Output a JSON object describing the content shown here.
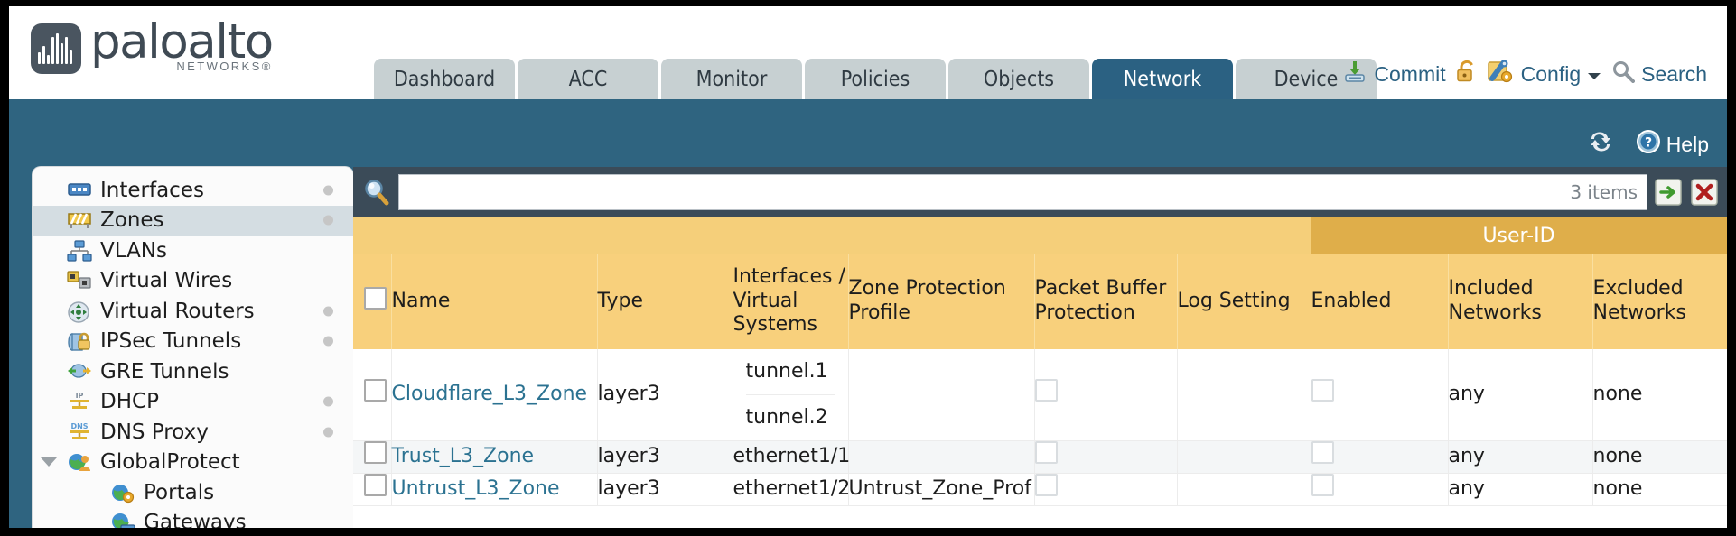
{
  "brand": {
    "word": "paloalto",
    "sub": "NETWORKS®"
  },
  "header": {
    "tabs": [
      {
        "label": "Dashboard",
        "active": false
      },
      {
        "label": "ACC",
        "active": false
      },
      {
        "label": "Monitor",
        "active": false
      },
      {
        "label": "Policies",
        "active": false
      },
      {
        "label": "Objects",
        "active": false
      },
      {
        "label": "Network",
        "active": true
      },
      {
        "label": "Device",
        "active": false
      }
    ],
    "actions": [
      {
        "name": "commit",
        "label": "Commit",
        "icon": "commit-icon"
      },
      {
        "name": "lock",
        "label": "",
        "icon": "padlock-icon"
      },
      {
        "name": "config",
        "label": "Config",
        "icon": "config-icon",
        "caret": true
      },
      {
        "name": "search",
        "label": "Search",
        "icon": "search-icon"
      }
    ]
  },
  "subbar": {
    "refresh_label": "",
    "help_label": "Help"
  },
  "sidebar": {
    "items": [
      {
        "label": "Interfaces",
        "icon": "interfaces-icon",
        "selected": false,
        "dot": true,
        "child": false,
        "caret": false
      },
      {
        "label": "Zones",
        "icon": "zones-icon",
        "selected": true,
        "dot": true,
        "child": false,
        "caret": false
      },
      {
        "label": "VLANs",
        "icon": "vlans-icon",
        "selected": false,
        "dot": false,
        "child": false,
        "caret": false
      },
      {
        "label": "Virtual Wires",
        "icon": "virtual-wires-icon",
        "selected": false,
        "dot": false,
        "child": false,
        "caret": false
      },
      {
        "label": "Virtual Routers",
        "icon": "virtual-routers-icon",
        "selected": false,
        "dot": true,
        "child": false,
        "caret": false
      },
      {
        "label": "IPSec Tunnels",
        "icon": "ipsec-tunnels-icon",
        "selected": false,
        "dot": true,
        "child": false,
        "caret": false
      },
      {
        "label": "GRE Tunnels",
        "icon": "gre-tunnels-icon",
        "selected": false,
        "dot": false,
        "child": false,
        "caret": false
      },
      {
        "label": "DHCP",
        "icon": "dhcp-icon",
        "selected": false,
        "dot": true,
        "child": false,
        "caret": false
      },
      {
        "label": "DNS Proxy",
        "icon": "dns-proxy-icon",
        "selected": false,
        "dot": true,
        "child": false,
        "caret": false
      },
      {
        "label": "GlobalProtect",
        "icon": "globalprotect-icon",
        "selected": false,
        "dot": false,
        "child": false,
        "caret": true
      },
      {
        "label": "Portals",
        "icon": "portals-icon",
        "selected": false,
        "dot": false,
        "child": true,
        "caret": false
      },
      {
        "label": "Gateways",
        "icon": "gateways-icon",
        "selected": false,
        "dot": false,
        "child": true,
        "caret": false
      }
    ]
  },
  "search": {
    "value": "",
    "placeholder": "",
    "item_count": "3 items",
    "apply_icon": "arrow-right-icon",
    "clear_icon": "close-x-icon"
  },
  "table": {
    "group_header": {
      "label": "User-ID",
      "spans": 3
    },
    "columns": [
      "Name",
      "Type",
      "Interfaces / Virtual Systems",
      "Zone Protection Profile",
      "Packet Buffer Protection",
      "Log Setting",
      "Enabled",
      "Included Networks",
      "Excluded Networks"
    ],
    "rows": [
      {
        "name": "Cloudflare_L3_Zone",
        "type": "layer3",
        "interfaces": [
          "tunnel.1",
          "tunnel.2"
        ],
        "zone_protection_profile": "",
        "packet_buffer_protection": false,
        "log_setting": "",
        "enabled": false,
        "included_networks": "any",
        "excluded_networks": "none",
        "selected": false
      },
      {
        "name": "Trust_L3_Zone",
        "type": "layer3",
        "interfaces": [
          "ethernet1/1"
        ],
        "zone_protection_profile": "",
        "packet_buffer_protection": false,
        "log_setting": "",
        "enabled": false,
        "included_networks": "any",
        "excluded_networks": "none",
        "selected": false
      },
      {
        "name": "Untrust_L3_Zone",
        "type": "layer3",
        "interfaces": [
          "ethernet1/2"
        ],
        "zone_protection_profile": "Untrust_Zone_Prof",
        "packet_buffer_protection": false,
        "log_setting": "",
        "enabled": false,
        "included_networks": "any",
        "excluded_networks": "none",
        "selected": false
      }
    ]
  },
  "colors": {
    "brand_slate": "#3f4a54",
    "nav_blue": "#2f6480",
    "tab_active": "#2b6182",
    "table_header": "#f8d07c",
    "table_group_header": "#dfae4a",
    "link": "#2b7291",
    "search_bar": "#3b4b58"
  }
}
